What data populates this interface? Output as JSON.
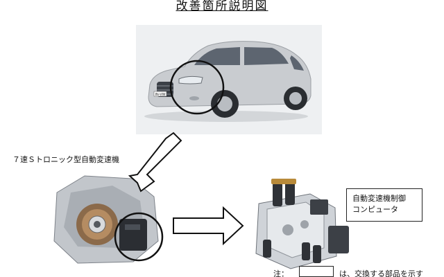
{
  "title": "改善箇所説明図",
  "transmission_label": "７速Ｓトロニック型自動変速機",
  "ecu_label": {
    "line1": "自動変速機制御",
    "line2": "コンピュータ"
  },
  "note": {
    "prefix": "注：",
    "text": "は、交換する部品を示す"
  },
  "car_badge": "IN-VW",
  "colors": {
    "outline": "#111111",
    "car_body": "#c9ccd0",
    "photo_background": "#eef0f2"
  }
}
